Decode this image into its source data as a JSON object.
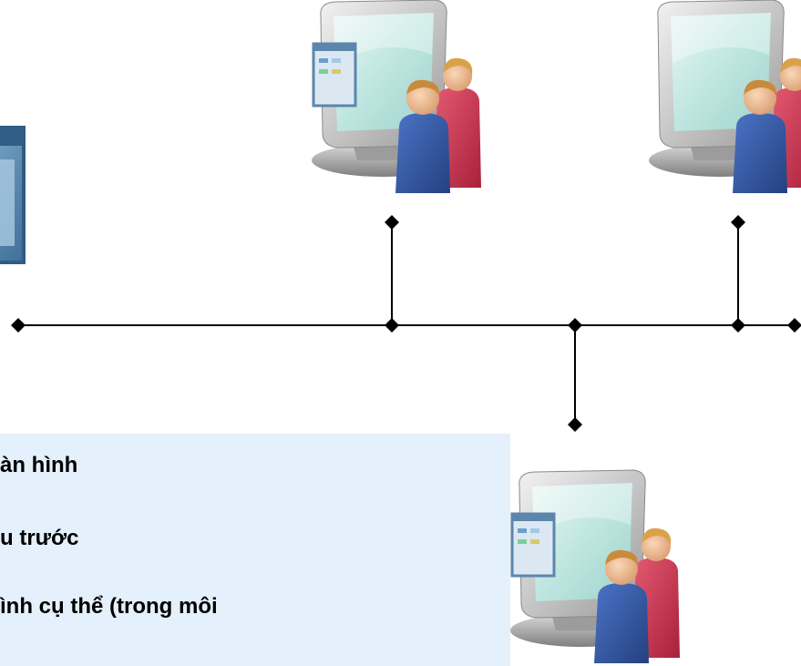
{
  "text_panel": {
    "lines": [
      "àn hình",
      "u trước",
      "ình cụ thể (trong môi"
    ]
  },
  "colors": {
    "panel_background": "#e4f0fb",
    "network_line": "#000000",
    "monitor_screen": "#bfe6e0",
    "person_blue": "#3556a8",
    "person_red": "#cf3550"
  },
  "icons": [
    "partial-window-icon",
    "workstation-user-icon",
    "workstation-user-icon",
    "workstation-user-icon"
  ]
}
